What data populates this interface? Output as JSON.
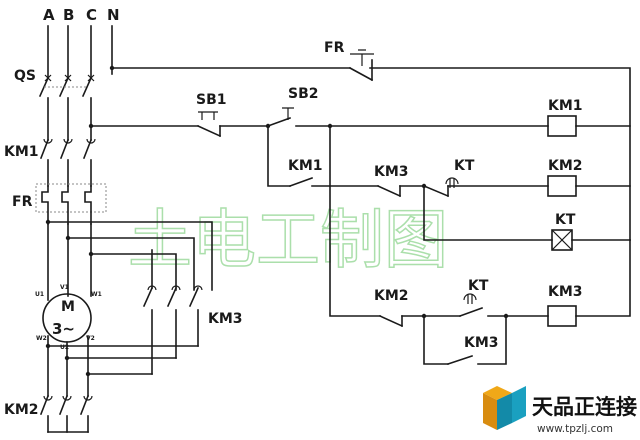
{
  "terminals": {
    "a": "A",
    "b": "B",
    "c": "C",
    "n": "N"
  },
  "labels": {
    "qs": "QS",
    "km1_main": "KM1",
    "fr_main": "FR",
    "fr_ctrl": "FR",
    "sb1": "SB1",
    "sb2": "SB2",
    "km1_hold": "KM1",
    "km3_nc": "KM3",
    "kt_nc": "KT",
    "km2_ctrl": "KM2",
    "kt_no": "KT",
    "km3_hold": "KM3",
    "km3_star": "KM3",
    "km2_main": "KM2"
  },
  "coils": {
    "c1": "KM1",
    "c2": "KM2",
    "c3": "KT",
    "c4": "KM3"
  },
  "motor": {
    "m": "M",
    "phase": "3~",
    "u1": "U1",
    "v1": "V1",
    "w1": "W1",
    "w2": "W2",
    "u2": "U2",
    "v2": "V2"
  },
  "watermark": "土电工制图",
  "brand": {
    "name": "天品正连接",
    "url": "www.tpzlj.com",
    "colors": {
      "gold": "#f0a818",
      "teal": "#1aa0c0"
    }
  }
}
